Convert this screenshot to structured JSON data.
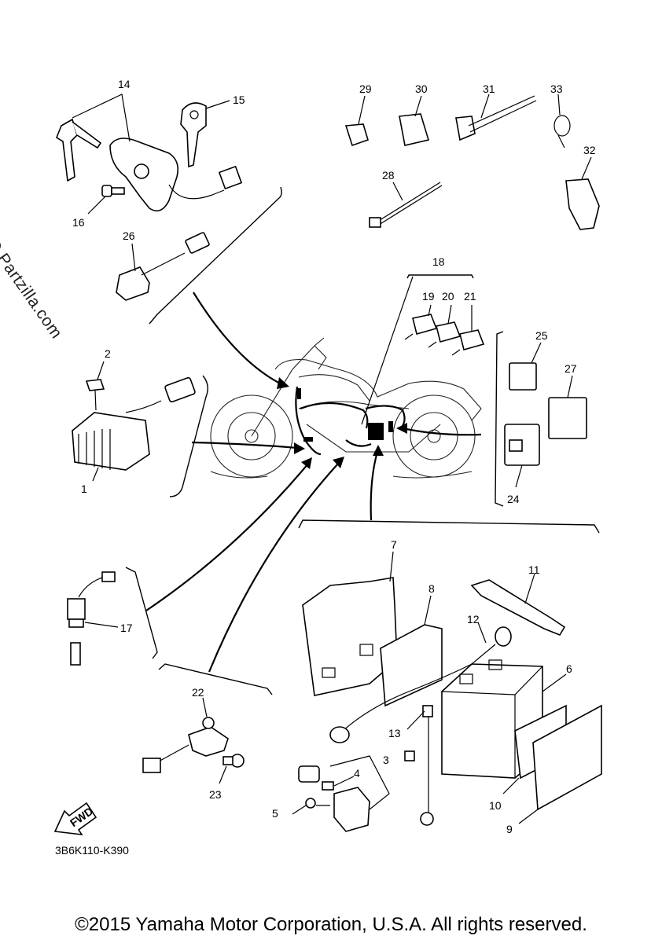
{
  "watermark": "© Partzilla.com",
  "diagram_code": "3B6K110-K390",
  "copyright": "©2015 Yamaha Motor Corporation, U.S.A. All rights reserved.",
  "fwd_label": "FWD",
  "callouts": {
    "c1": "1",
    "c2": "2",
    "c3": "3",
    "c4": "4",
    "c5": "5",
    "c6": "6",
    "c7": "7",
    "c8": "8",
    "c9": "9",
    "c10": "10",
    "c11": "11",
    "c12": "12",
    "c13": "13",
    "c14": "14",
    "c15": "15",
    "c16": "16",
    "c17": "17",
    "c18": "18",
    "c19": "19",
    "c20": "20",
    "c21": "21",
    "c22": "22",
    "c23": "23",
    "c24": "24",
    "c25": "25",
    "c26": "26",
    "c27": "27",
    "c28": "28",
    "c29": "29",
    "c30": "30",
    "c31": "31",
    "c32": "32",
    "c33": "33"
  }
}
